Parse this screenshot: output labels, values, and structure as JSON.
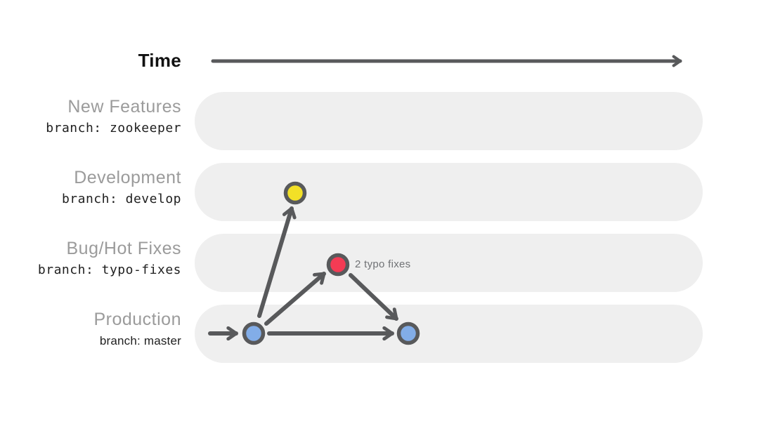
{
  "header": {
    "time_label": "Time"
  },
  "lanes": [
    {
      "name": "New Features",
      "branch": "branch: zookeeper"
    },
    {
      "name": "Development",
      "branch": "branch: develop"
    },
    {
      "name": "Bug/Hot Fixes",
      "branch": "branch: typo-fixes"
    },
    {
      "name": "Production",
      "branch": "branch: master"
    }
  ],
  "nodes": [
    {
      "id": "master-start-commit",
      "lane": "Production",
      "color": "#82ade8"
    },
    {
      "id": "develop-merge-commit",
      "lane": "Development",
      "color": "#f2e027"
    },
    {
      "id": "typo-fixes-commit",
      "lane": "Bug/Hot Fixes",
      "color": "#f43b54",
      "label": "2 typo fixes"
    },
    {
      "id": "master-merge-commit",
      "lane": "Production",
      "color": "#82ade8"
    }
  ],
  "colors": {
    "lane_background": "#efefef",
    "arrow": "#58595b",
    "node_ring": "#58595b",
    "lane_title_text": "#9b9b9b",
    "branch_text": "#1f1f1f",
    "annotation_text": "#707275",
    "time_text": "#111111"
  }
}
